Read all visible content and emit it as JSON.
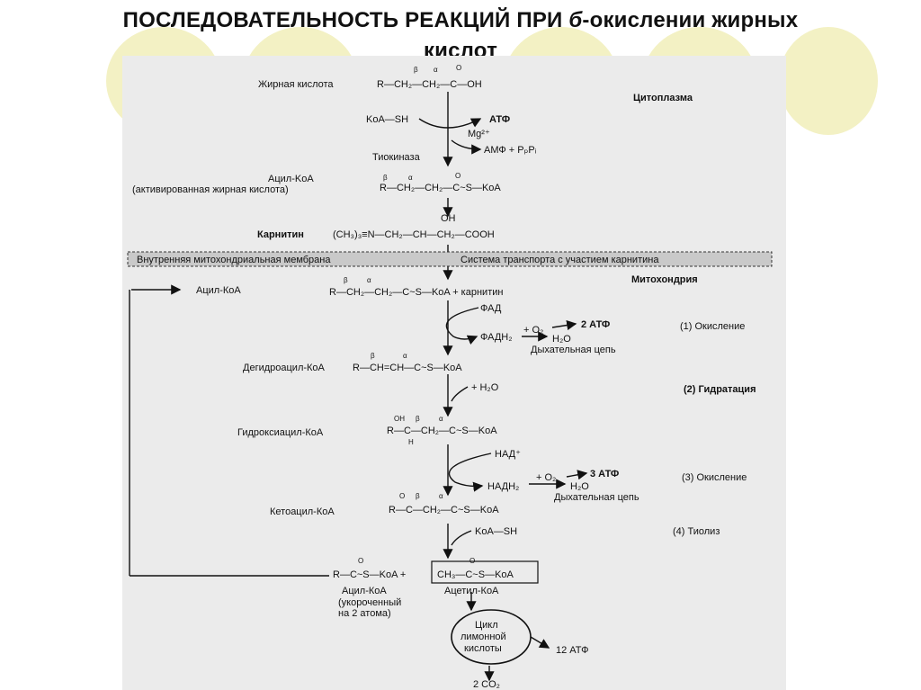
{
  "slide": {
    "title_line1": "ПОСЛЕДОВАТЕЛЬНОСТЬ РЕАКЦИЙ ПРИ ",
    "title_line1_italic": "б",
    "title_line1_end": "-окислении жирных",
    "title_line2": "кислот"
  },
  "scheme": {
    "fatty_acid_label": "Жирная кислота",
    "fatty_acid_formula": "R—CH₂—CH₂—C—OH",
    "beta": "β",
    "alpha": "α",
    "oxo": "O",
    "cytoplasm": "Цитоплазма",
    "coa_sh": "KoA—SH",
    "atp": "АТФ",
    "mg": "Mg²⁺",
    "amp": "АМФ + PₚPᵢ",
    "thiokinase": "Тиокиназа",
    "acyl_coa": "Ацил-KoA",
    "activated_fa": "(активированная жирная кислота)",
    "acyl_coa_formula": "R—CH₂—CH₂—C~S—KoA",
    "carnitine_label": "Карнитин",
    "carnitine_oh": "OH",
    "carnitine_formula": "(CH₃)₃≡N—CH₂—CH—CH₂—COOH",
    "membrane_left": "Внутренняя митохондриальная мембрана",
    "membrane_right": "Система транспорта с участием карнитина",
    "acyl_coa_return": "Ацил-КоА",
    "mitochondria": "Митохондрия",
    "acyl_coa_mito": "R—CH₂—CH₂—C~S—KoA + карнитин",
    "fad": "ФАД",
    "fadh2": "ФАДН₂",
    "plus_o2": "+ O₂",
    "atp2": "2 АТФ",
    "h2o": "H₂O",
    "step1": "(1) Окисление",
    "resp_chain": "Дыхательная цепь",
    "dehydroacyl_label": "Дегидроацил-КоА",
    "dehydroacyl_formula": "R—CH=CH—C~S—KoA",
    "plus_h2o": "+ H₂O",
    "step2": "(2) Гидратация",
    "hydroxyacyl_label": "Гидроксиацил-КоА",
    "hydroxyacyl_formula": "R—C—CH₂—C~S—KoA",
    "h": "H",
    "nad": "НАД⁺",
    "nadh": "НАДН₂",
    "atp3": "3 АТФ",
    "step3": "(3) Окисление",
    "ketoacyl_label": "Кетоацил-КоА",
    "ketoacyl_formula": "R—C—CH₂—C~S—KoA",
    "coa_sh_2": "KoA—SH",
    "step4": "(4) Тиолиз",
    "product_left": "R—C~S—KoA +",
    "product_right": "CH₃—C~S—KoA",
    "acyl_coa_short": "Ацил-КоА",
    "shortened": "(укороченный",
    "two_atoms": "на 2 атома)",
    "acetyl_coa": "Ацетил-КоА",
    "cycle_1": "Цикл",
    "cycle_2": "лимонной",
    "cycle_3": "кислоты",
    "atp12": "12 АТФ",
    "co2": "2 CO₂"
  },
  "colors": {
    "background": "#ffffff",
    "decor_circle": "#f3f1c4",
    "scan_bg": "#ebebeb",
    "membrane_band": "#c9c9c9",
    "ink": "#111111"
  }
}
